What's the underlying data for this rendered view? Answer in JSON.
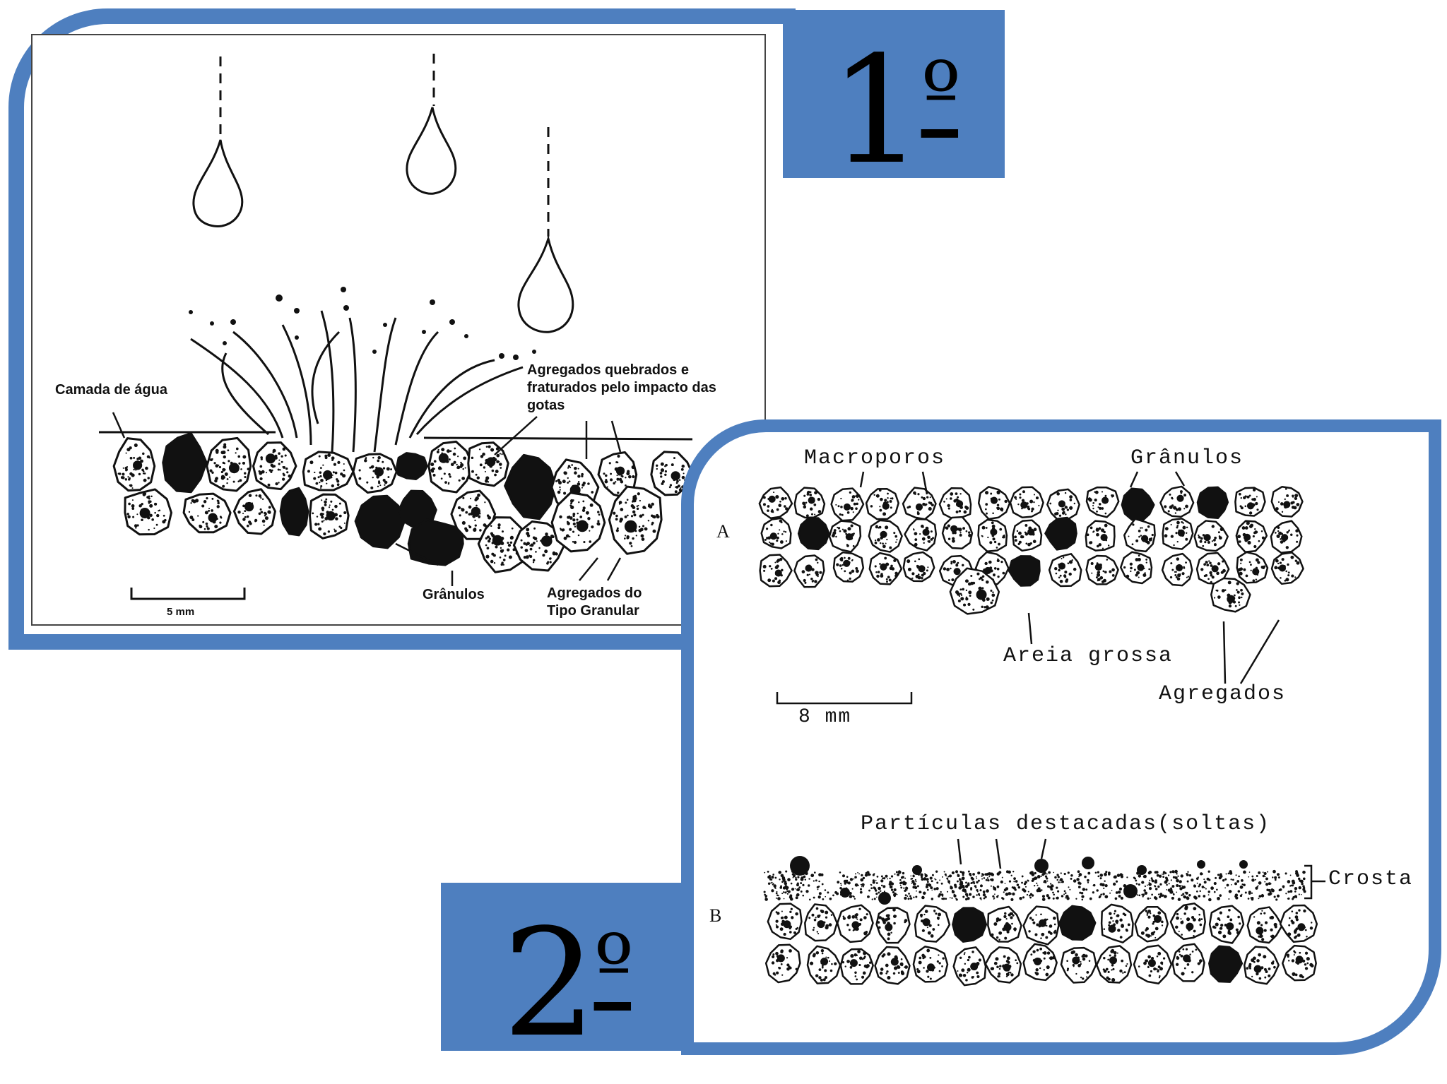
{
  "badges": {
    "first": "1",
    "first_sup": "º",
    "second": "2",
    "second_sup": "º"
  },
  "diagram1": {
    "labels": {
      "water_layer": "Camada de água",
      "broken_aggregates": [
        "Agregados quebrados e",
        "fraturados pelo impacto das",
        "gotas"
      ],
      "granules": "Grânulos",
      "granular_aggregates": [
        "Agregados do",
        "Tipo Granular"
      ],
      "scale": "5 mm"
    }
  },
  "diagram2": {
    "labels": {
      "panel_a": "A",
      "panel_b": "B",
      "macropores": "Macroporos",
      "granules": "Grânulos",
      "coarse_sand": "Areia grossa",
      "aggregates": "Agregados",
      "scale": "8 mm",
      "detached_particles": "Partículas destacadas(soltas)",
      "crust": "Crosta"
    }
  },
  "colors": {
    "frame": "#4e7fbf",
    "ink": "#111111"
  }
}
